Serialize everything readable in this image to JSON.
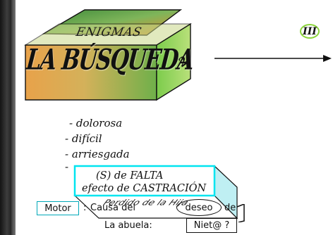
{
  "banner": {
    "top_word": "ENIGMAS",
    "main_title": "LA BÚSQUEDA",
    "side_number": "2"
  },
  "roman_badge": "III",
  "qualifiers": [
    "- dolorosa",
    "- difícil",
    "- arriesgada"
  ],
  "falta_box": {
    "dash": "-",
    "line1": "(S) de FALTA",
    "line2": "efecto de CASTRACIÓN",
    "depth_text": "Perdido de la Hija"
  },
  "motor": {
    "label": "Motor",
    "colon": ":",
    "causa": "Causa del",
    "deseo": "deseo",
    "de": "de",
    "abuela": "La abuela:",
    "niet": "Niet@ ?"
  },
  "colors": {
    "cyan_accent": "#00e5f0",
    "green_badge": "#8bd43a",
    "banner_green": "#5a9b3c",
    "banner_orange": "#e07b2a"
  }
}
